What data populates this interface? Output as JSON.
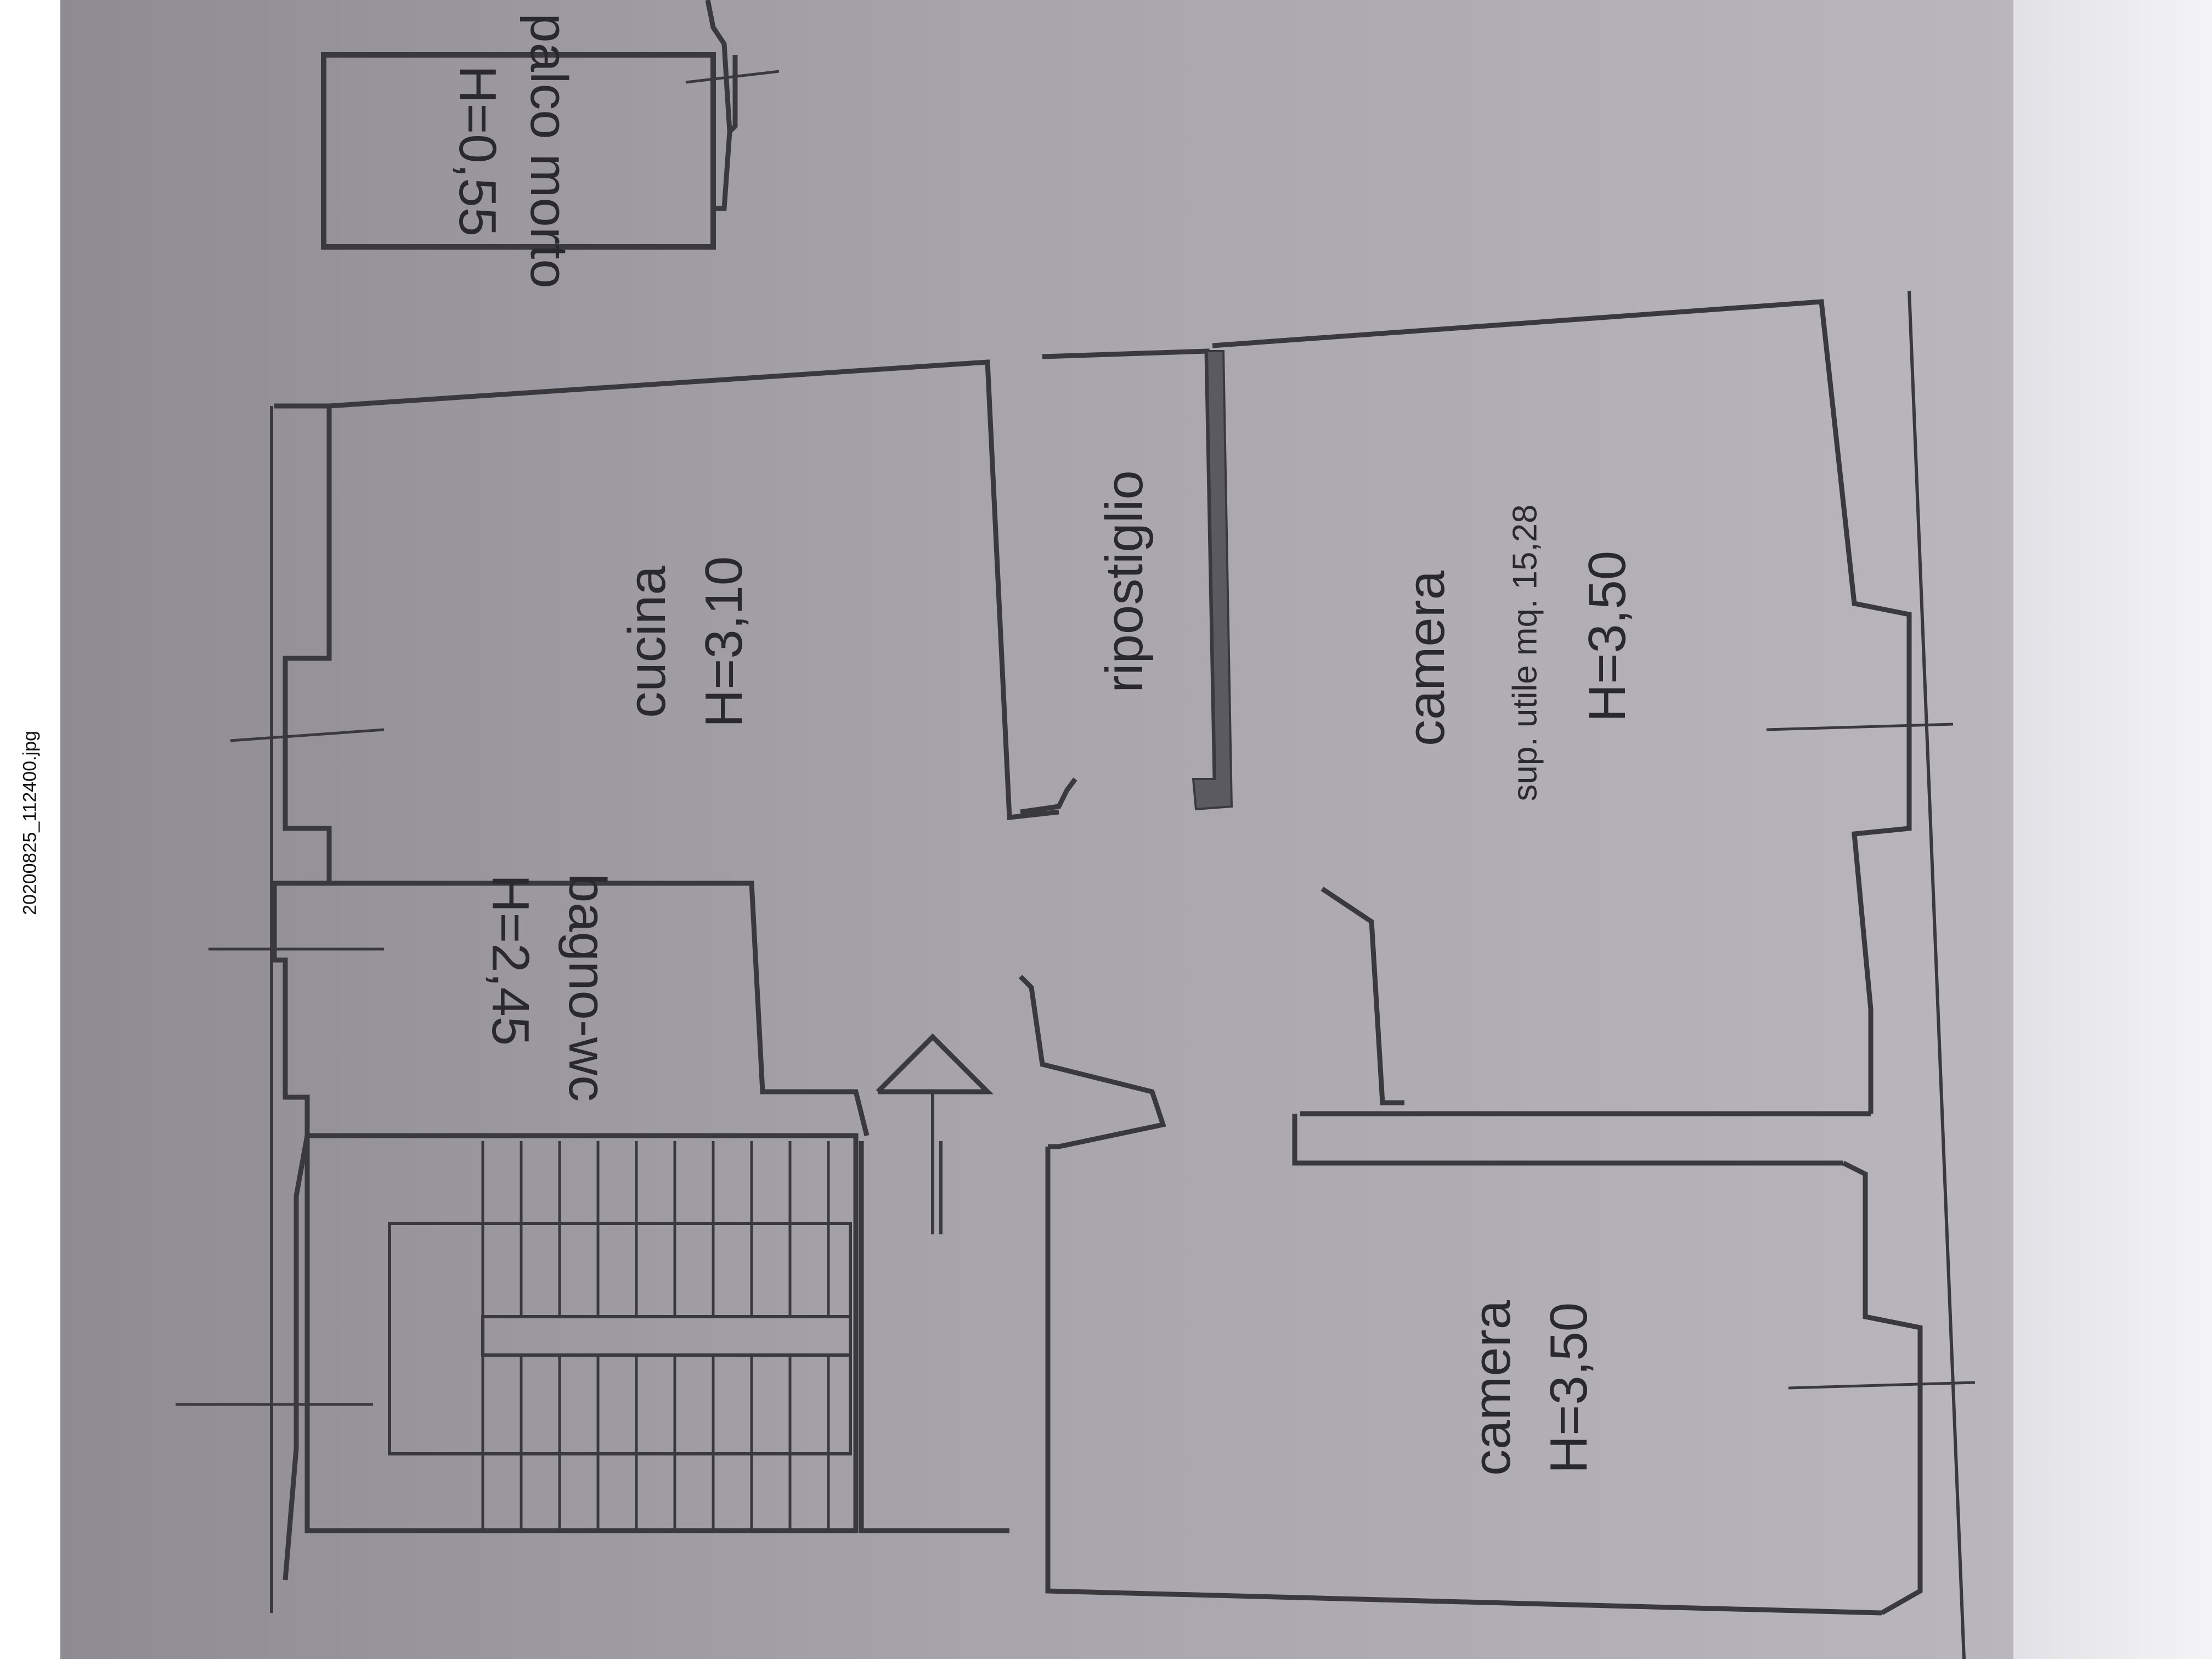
{
  "file_name": "20200825_112400.jpg",
  "rooms": {
    "palco_morto": {
      "name": "palco morto",
      "height": "H=0,55"
    },
    "cucina": {
      "name": "cucina",
      "height": "H=3,10"
    },
    "ripostiglio": {
      "name": "ripostiglio"
    },
    "camera_upper": {
      "name": "camera",
      "area": "sup. utile mq. 15,28",
      "height": "H=3,50"
    },
    "bagno_wc": {
      "name": "bagno-wc",
      "height": "H=2,45"
    },
    "camera_lower": {
      "name": "camera",
      "height": "H=3,50"
    }
  },
  "colors": {
    "paper": "#a7a3ab",
    "ink": "#2a2a2e"
  }
}
